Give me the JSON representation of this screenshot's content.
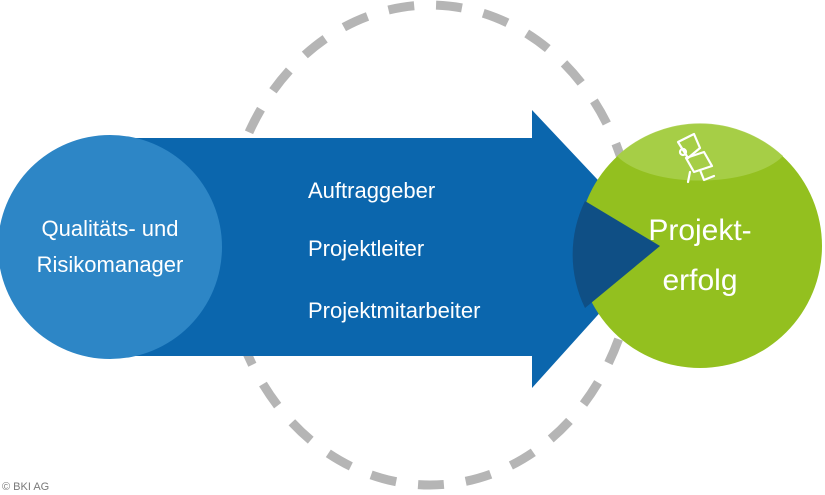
{
  "diagram": {
    "left_circle": {
      "line1": "Qualitäts- und",
      "line2": "Risikomanager"
    },
    "arrow_items": [
      "Auftraggeber",
      "Projektleiter",
      "Projektmitarbeiter"
    ],
    "target": {
      "line1": "Projekt-",
      "line2": "erfolg",
      "icon": "trophy-icon"
    },
    "colors": {
      "blue_dark": "#0b66ad",
      "blue_light": "#2d86c6",
      "green": "#93c01f",
      "green_light": "#a9cf4a",
      "overlap": "#0f4f85",
      "dashes": "#b5b5b5"
    }
  },
  "footer": {
    "copyright": "© BKI AG"
  }
}
